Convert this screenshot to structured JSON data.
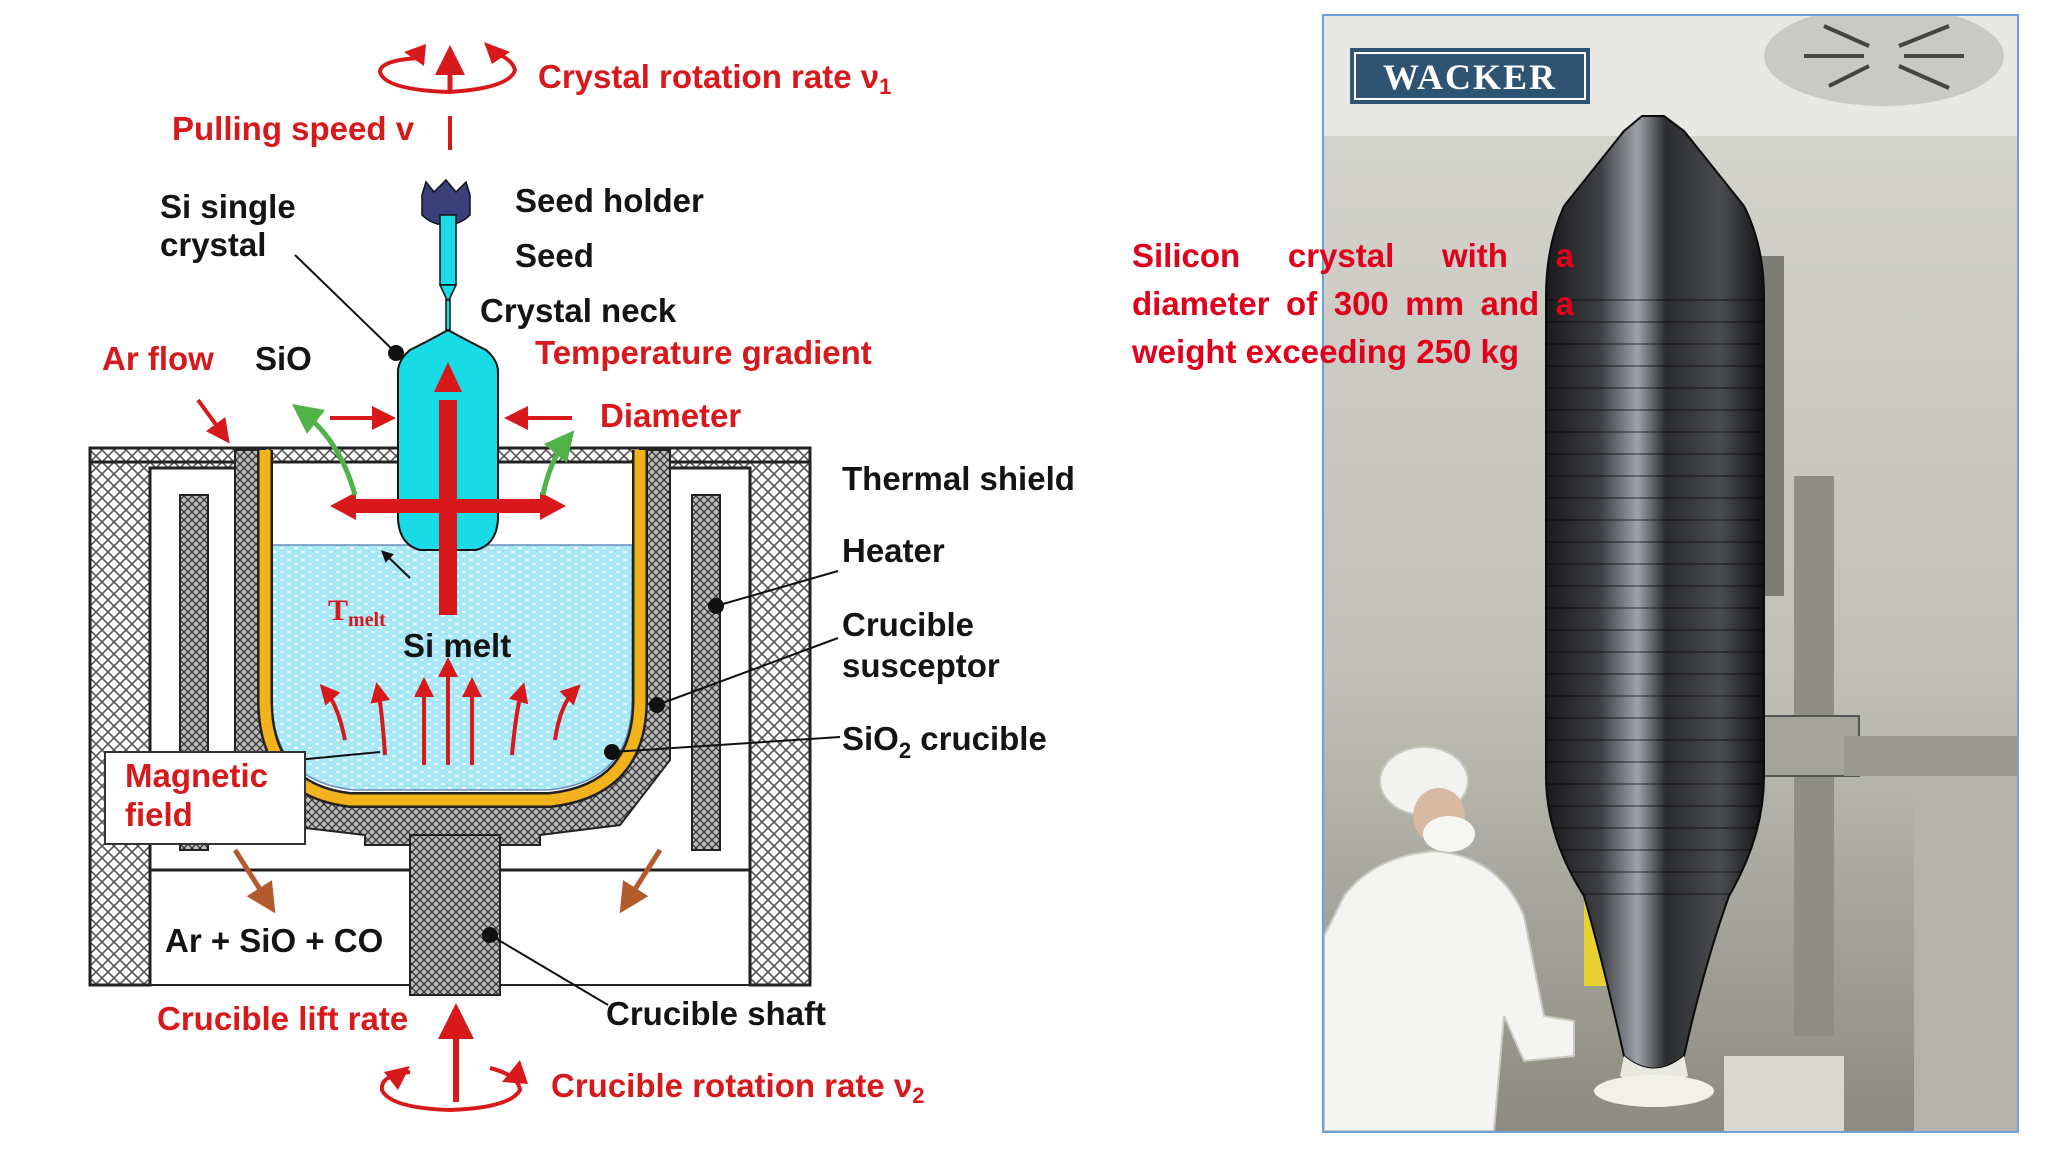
{
  "diagram": {
    "labels": {
      "crystal_rotation_rate": "Crystal rotation rate",
      "crystal_rotation_symbol": "ν",
      "crystal_rotation_sub": "1",
      "pulling_speed": "Pulling speed v",
      "si_single_line1": "Si single",
      "si_single_line2": "crystal",
      "seed_holder": "Seed holder",
      "seed": "Seed",
      "crystal_neck": "Crystal neck",
      "ar_flow": "Ar flow",
      "sio": "SiO",
      "temperature_gradient": "Temperature gradient",
      "diameter": "Diameter",
      "thermal_shield": "Thermal shield",
      "heater": "Heater",
      "crucible_susceptor_line1": "Crucible",
      "crucible_susceptor_line2": "susceptor",
      "sio2_crucible_pre": "SiO",
      "sio2_crucible_sub": "2",
      "sio2_crucible_post": " crucible",
      "t_melt_main": "T",
      "t_melt_sub": "melt",
      "si_melt": "Si melt",
      "magnetic_field_line1": "Magnetic",
      "magnetic_field_line2": "field",
      "ar_sio_co": "Ar + SiO + CO",
      "crucible_shaft": "Crucible shaft",
      "crucible_lift_rate": "Crucible lift rate",
      "crucible_rotation_rate": "Crucible rotation rate",
      "crucible_rotation_symbol": "ν",
      "crucible_rotation_sub": "2"
    }
  },
  "caption": {
    "text": "Silicon crystal with a diameter of 300 mm and a weight exceeding 250 kg"
  },
  "photo": {
    "logo_text": "WACKER"
  },
  "colors": {
    "label_red": "#d7191c",
    "caption_red": "#e0001b",
    "crystal_cyan": "#19dbe6",
    "melt_blue": "#a7e7f7",
    "crucible_gold": "#f2b21c",
    "green_arrow": "#4fb34a",
    "brown_arrow": "#b35a2e",
    "photo_border": "#6fa0d8"
  }
}
